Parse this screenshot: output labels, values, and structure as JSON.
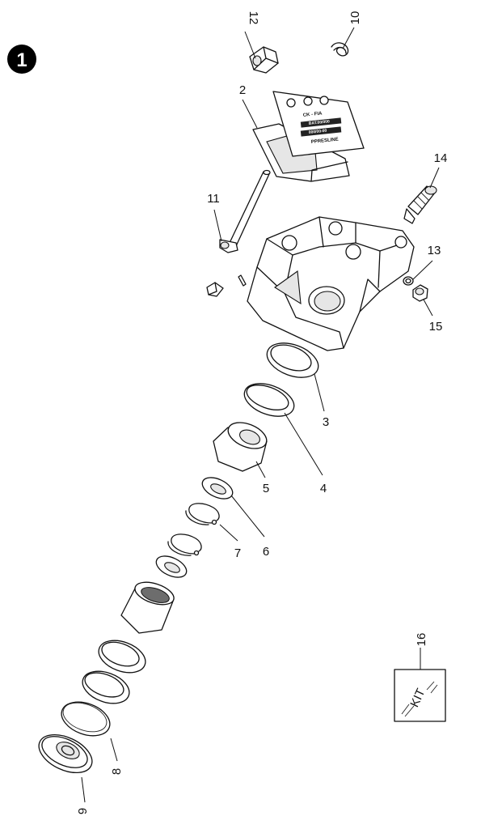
{
  "figure_badge": "1",
  "callouts": {
    "c2": "2",
    "c3": "3",
    "c4": "4",
    "c5": "5",
    "c6": "6",
    "c7": "7",
    "c8": "8",
    "c9": "9",
    "c10": "10",
    "c11": "11",
    "c12": "12",
    "c13": "13",
    "c14": "14",
    "c15": "15",
    "c16": "16"
  },
  "pad_labels": {
    "line1": "CK - FIA",
    "line2": "BAT.00/000",
    "line3": "000/00-00",
    "line4": "PPRESLINE"
  },
  "kit_label": "KIT"
}
